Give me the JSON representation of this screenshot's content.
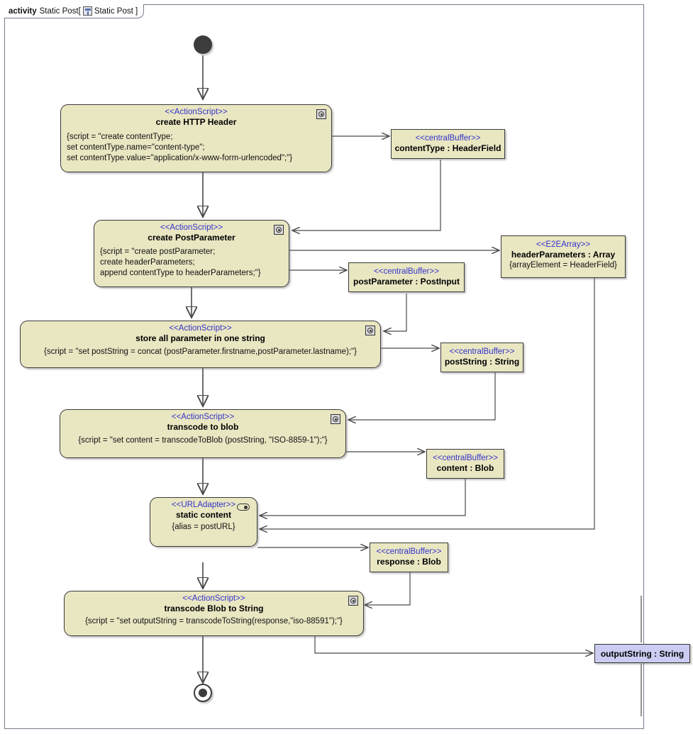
{
  "frame": {
    "keyword": "activity",
    "name": "Static Post[",
    "icon": "activity-diagram-icon",
    "inner_name": "Static Post ]"
  },
  "nodes": {
    "start": {
      "name": "initial-node"
    },
    "end": {
      "name": "final-node"
    },
    "create_http_header": {
      "stereotype": "<<ActionScript>>",
      "title": "create HTTP Header",
      "lines": [
        "{script = \"create contentType;",
        "set contentType.name=\"content-type\";",
        "set contentType.value=\"application/x-www-form-urlencoded\";\"}"
      ]
    },
    "content_type_buffer": {
      "stereotype": "<<centralBuffer>>",
      "title": "contentType : HeaderField"
    },
    "create_post_parameter": {
      "stereotype": "<<ActionScript>>",
      "title": "create PostParameter",
      "lines": [
        "{script = \"create postParameter;",
        "create headerParameters;",
        "append contentType to headerParameters;\"}"
      ]
    },
    "post_parameter_buffer": {
      "stereotype": "<<centralBuffer>>",
      "title": "postParameter : PostInput"
    },
    "header_parameters_array": {
      "stereotype": "<<E2EArray>>",
      "title": "headerParameters : Array",
      "constraint": "{arrayElement = HeaderField}"
    },
    "store_all_parameter": {
      "stereotype": "<<ActionScript>>",
      "title": "store all parameter in one string",
      "lines": [
        "{script = \"set postString = concat (postParameter.firstname,postParameter.lastname);\"}"
      ]
    },
    "post_string_buffer": {
      "stereotype": "<<centralBuffer>>",
      "title": "postString : String"
    },
    "transcode_to_blob": {
      "stereotype": "<<ActionScript>>",
      "title": "transcode to blob",
      "lines": [
        "{script = \"set content = transcodeToBlob (postString, \"ISO-8859-1\");\"}"
      ]
    },
    "content_buffer": {
      "stereotype": "<<centralBuffer>>",
      "title": "content : Blob"
    },
    "static_content": {
      "stereotype": "<<URLAdapter>>",
      "title": "static content",
      "constraint": "{alias = postURL}"
    },
    "response_buffer": {
      "stereotype": "<<centralBuffer>>",
      "title": "response : Blob"
    },
    "transcode_blob_to_string": {
      "stereotype": "<<ActionScript>>",
      "title": "transcode Blob to String",
      "lines": [
        "{script = \"set outputString = transcodeToString(response,\"iso-88591\");\"}"
      ]
    },
    "output_string": {
      "title": "outputString : String"
    }
  },
  "colors": {
    "node_fill": "#e9e6c2",
    "node_border": "#3a3a3a",
    "stereotype_text": "#3333cc",
    "object_node_fill": "#ccccf2",
    "edge": "#4a4a4a",
    "frame_border": "#7a7a8c"
  }
}
